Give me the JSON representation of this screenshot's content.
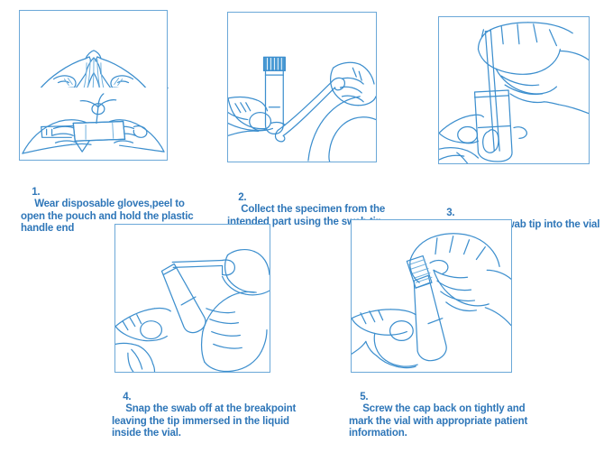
{
  "document": {
    "type": "swab-collection-instructions",
    "step_count": 5,
    "colors": {
      "line": "#3d8fce",
      "line_light": "#6fb0dd",
      "frame_border": "#6ba8d8",
      "caption_text": "#2e76b8",
      "cap_fill": "#4a9ad4",
      "background": "#ffffff"
    }
  },
  "steps": [
    {
      "number": "1.",
      "text": "Wear disposable gloves,peel to open the pouch and hold the plastic handle end",
      "illustration_name": "gloved-hands-peeling-pouch",
      "sub_panels": 2
    },
    {
      "number": "2.",
      "text": "Collect the specimen from the intended part using the swab tip",
      "illustration_name": "hand-swabbing-specimen-with-vial",
      "sub_panels": 1
    },
    {
      "number": "3.",
      "text": "Insert the swab tip into the vial",
      "illustration_name": "hand-inserting-swab-into-vial",
      "sub_panels": 1
    },
    {
      "number": "4.",
      "text": "Snap the swab off at the breakpoint leaving the tip immersed in the liquid inside the vial.",
      "illustration_name": "hands-snapping-swab-at-breakpoint",
      "sub_panels": 1
    },
    {
      "number": "5.",
      "text": "Screw the cap back on tightly and mark the vial with appropriate patient information.",
      "illustration_name": "hand-screwing-cap-onto-vial",
      "sub_panels": 1
    }
  ]
}
